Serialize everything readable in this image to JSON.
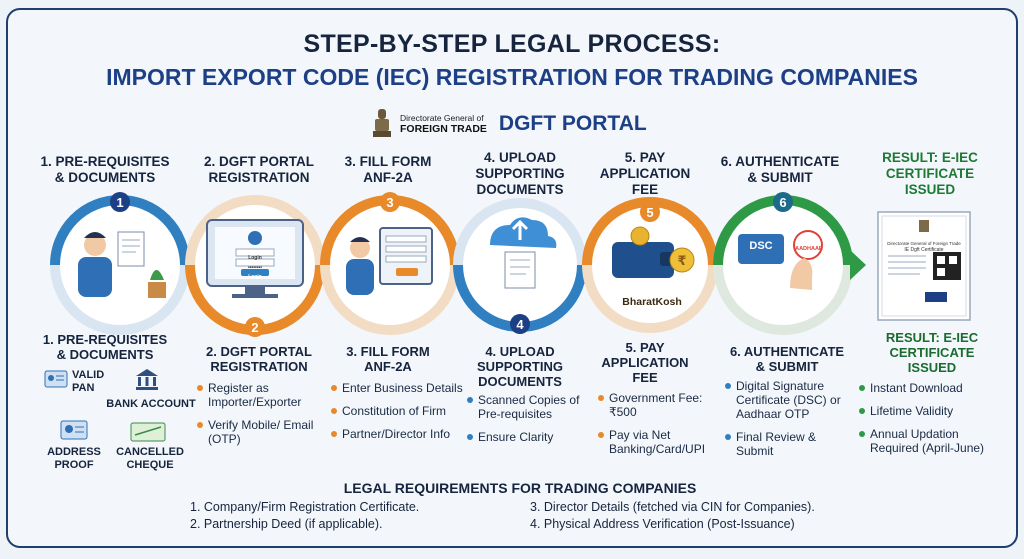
{
  "title_line1": "STEP-BY-STEP LEGAL PROCESS:",
  "title_line2": "IMPORT EXPORT CODE (IEC) REGISTRATION FOR TRADING COMPANIES",
  "portal": {
    "org_small": "Directorate General of",
    "org_big": "FOREIGN TRADE",
    "name": "DGFT PORTAL"
  },
  "steps": [
    {
      "number": "1",
      "title_line1": "1. PRE-REQUISITES",
      "title_line2": "& DOCUMENTS",
      "documents": [
        "VALID PAN",
        "BANK ACCOUNT",
        "ADDRESS PROOF",
        "CANCELLED CHEQUE"
      ],
      "color": "#2f7fc1"
    },
    {
      "number": "2",
      "title_line1": "2. DGFT PORTAL",
      "title_line2": "REGISTRATION",
      "screen_fields": [
        "Login",
        "••••••••",
        "Login"
      ],
      "bullets": [
        "Register as Importer/Exporter",
        "Verify Mobile/ Email (OTP)"
      ],
      "color": "#e8892a"
    },
    {
      "number": "3",
      "title_line1": "3. FILL FORM",
      "title_line2": "ANF-2A",
      "bullets": [
        "Enter Business Details",
        "Constitution of Firm",
        "Partner/Director Info"
      ],
      "color": "#e8892a"
    },
    {
      "number": "4",
      "title_line1": "4. UPLOAD",
      "title_line2": "SUPPORTING",
      "title_line3": "DOCUMENTS",
      "bullets": [
        "Scanned Copies of Pre-requisites",
        "Ensure Clarity"
      ],
      "color": "#2f7fc1"
    },
    {
      "number": "5",
      "title_line1": "5. PAY",
      "title_line2": "APPLICATION",
      "title_line3": "FEE",
      "payment_brand": "BharatKosh",
      "bullets": [
        "Government Fee: ₹500",
        "Pay via Net Banking/Card/UPI"
      ],
      "color": "#e8892a"
    },
    {
      "number": "6",
      "title_line1": "6. AUTHENTICATE",
      "title_line2": "& SUBMIT",
      "dsc_label": "DSC",
      "aadhaar_label": "AADHAAR",
      "bullets": [
        "Digital Signature Certificate (DSC) or Aadhaar OTP",
        "Final Review & Submit"
      ],
      "color": "#2f7fc1"
    }
  ],
  "result": {
    "title_line1": "RESULT: E-IEC",
    "title_line2": "CERTIFICATE",
    "title_line3": "ISSUED",
    "cert_header": "Directorate General of Foreign Trade",
    "cert_title": "IE Dgft Certificate",
    "bullets": [
      "Instant Download",
      "Lifetime Validity",
      "Annual Updation Required (April-June)"
    ],
    "color": "#2f9a45"
  },
  "legal": {
    "title": "LEGAL REQUIREMENTS FOR TRADING COMPANIES",
    "items": [
      "1. Company/Firm Registration Certificate.",
      "2. Partnership Deed (if applicable).",
      "3. Director Details (fetched via CIN for Companies).",
      "4. Physical Address Verification (Post-Issuance)"
    ]
  },
  "colors": {
    "navy": "#16243d",
    "blue": "#1d3f86",
    "accent_blue": "#2f7fc1",
    "accent_orange": "#e8892a",
    "accent_green": "#2f9a45"
  }
}
